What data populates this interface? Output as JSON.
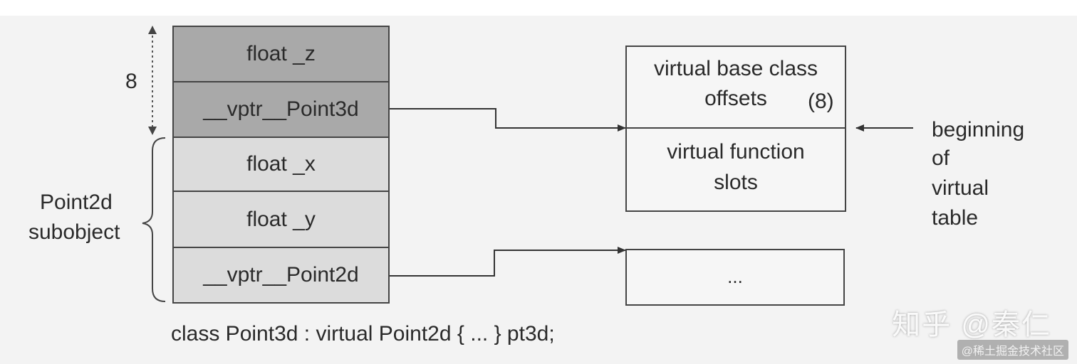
{
  "memory_layout": {
    "cells": [
      {
        "id": "float-z",
        "label": "float _z",
        "shade": "dark"
      },
      {
        "id": "vptr-point3d",
        "label": "__vptr__Point3d",
        "shade": "dark"
      },
      {
        "id": "float-x",
        "label": "float _x",
        "shade": "light"
      },
      {
        "id": "float-y",
        "label": "float _y",
        "shade": "light"
      },
      {
        "id": "vptr-point2d",
        "label": "__vptr__Point2d",
        "shade": "light"
      }
    ],
    "offset_label": "8",
    "subobject_label_line1": "Point2d",
    "subobject_label_line2": "subobject",
    "caption": "class Point3d : virtual Point2d { ... } pt3d;"
  },
  "vtable_point3d": {
    "section1_line1": "virtual base class",
    "section1_line2": "offsets",
    "section1_value": "(8)",
    "section2_line1": "virtual function",
    "section2_line2": "slots",
    "pointer_note": [
      "beginning",
      "of",
      "virtual",
      "table"
    ]
  },
  "vtable_point2d": {
    "content": "..."
  },
  "watermark": {
    "primary": "知乎 @秦仁",
    "secondary": "@稀土掘金技术社区"
  },
  "colors": {
    "line": "#444444",
    "dark_cell": "#a9a9a9",
    "light_cell": "#dcdcdc",
    "background": "#f3f3f3"
  }
}
